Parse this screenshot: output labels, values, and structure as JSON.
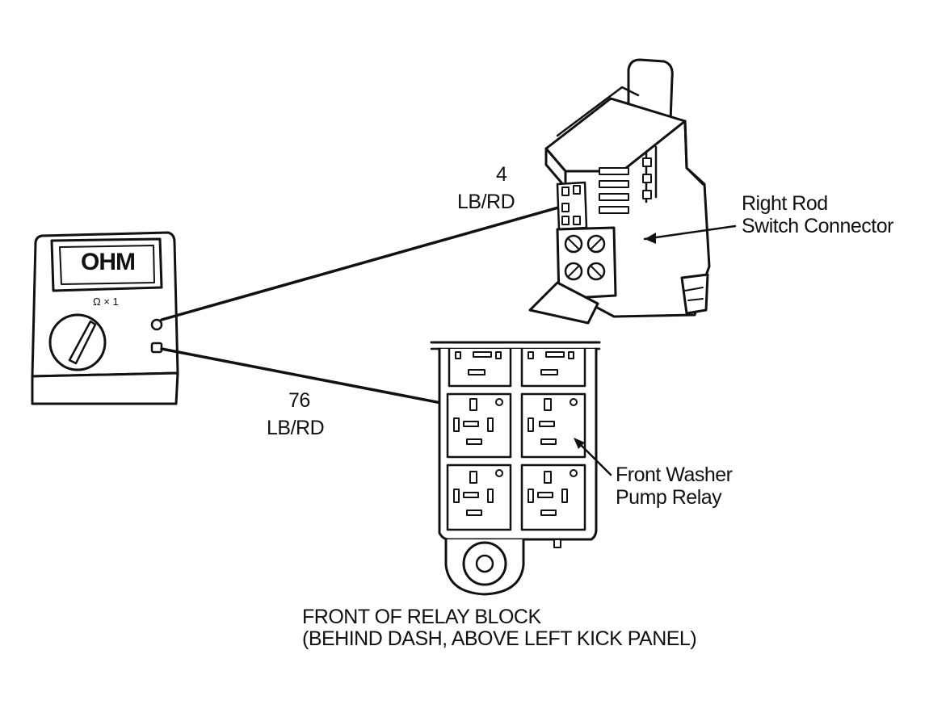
{
  "meter": {
    "display": "OHM",
    "range": "Ω × 1"
  },
  "wire_top": {
    "circuit": "4",
    "color": "LB/RD"
  },
  "wire_bottom": {
    "circuit": "76",
    "color": "LB/RD"
  },
  "connector": {
    "label_line1": "Right Rod",
    "label_line2": "Switch Connector"
  },
  "relay": {
    "label_line1": "Front Washer",
    "label_line2": "Pump Relay"
  },
  "relay_block": {
    "caption_line1": "FRONT OF RELAY BLOCK",
    "caption_line2": "(BEHIND DASH, ABOVE LEFT KICK PANEL)"
  }
}
